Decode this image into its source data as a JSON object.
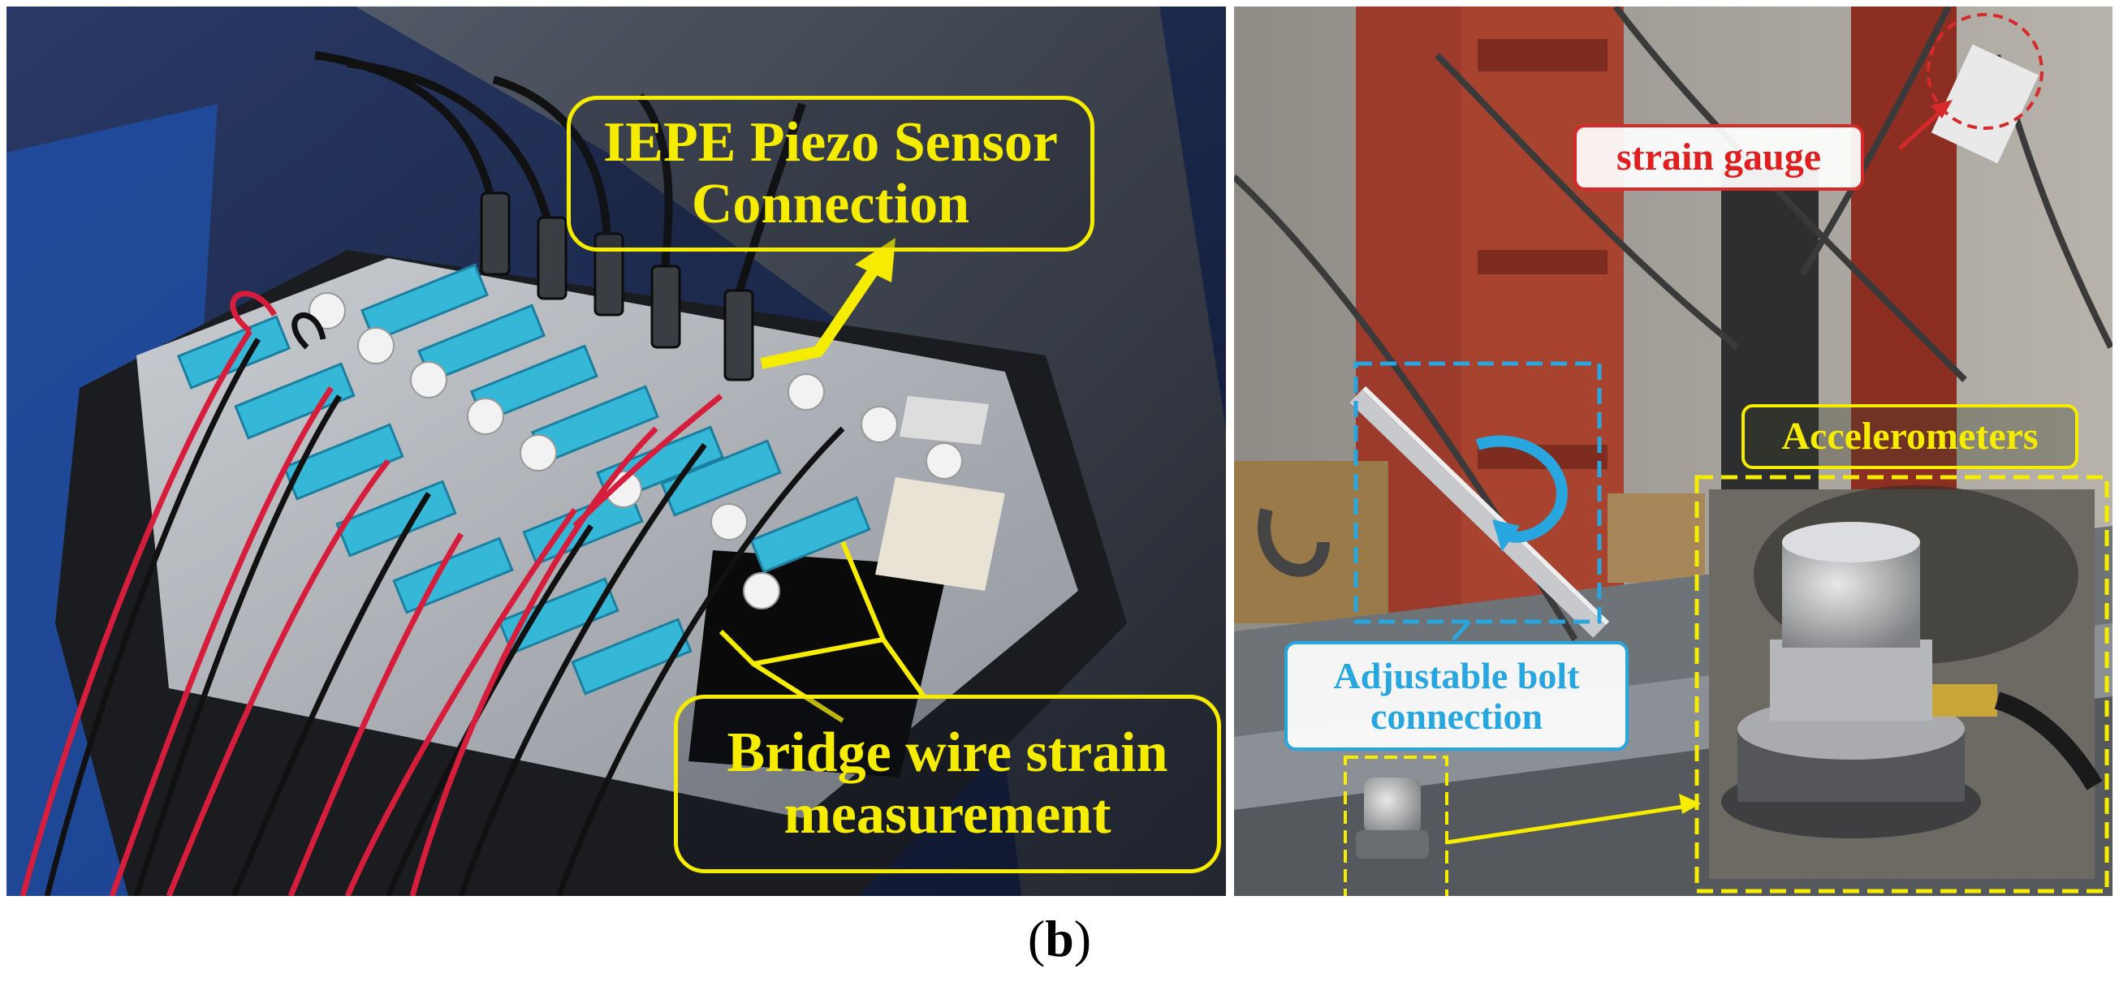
{
  "left_panel": {
    "iepe_label": {
      "line1": "IEPE Piezo Sensor",
      "line2": "Connection"
    },
    "bridge_label": {
      "line1": "Bridge wire strain",
      "line2": "measurement"
    },
    "colors": {
      "label": "#f5ec00"
    }
  },
  "right_panel": {
    "strain_label": "strain gauge",
    "accelerometers_label": "Accelerometers",
    "bolt_label": {
      "line1": "Adjustable bolt",
      "line2": "connection"
    },
    "colors": {
      "strain": "#e02020",
      "accelerometers": "#f5ec00",
      "bolt": "#27a6e0"
    }
  },
  "caption": {
    "open": "(",
    "letter": "b",
    "close": ")"
  }
}
